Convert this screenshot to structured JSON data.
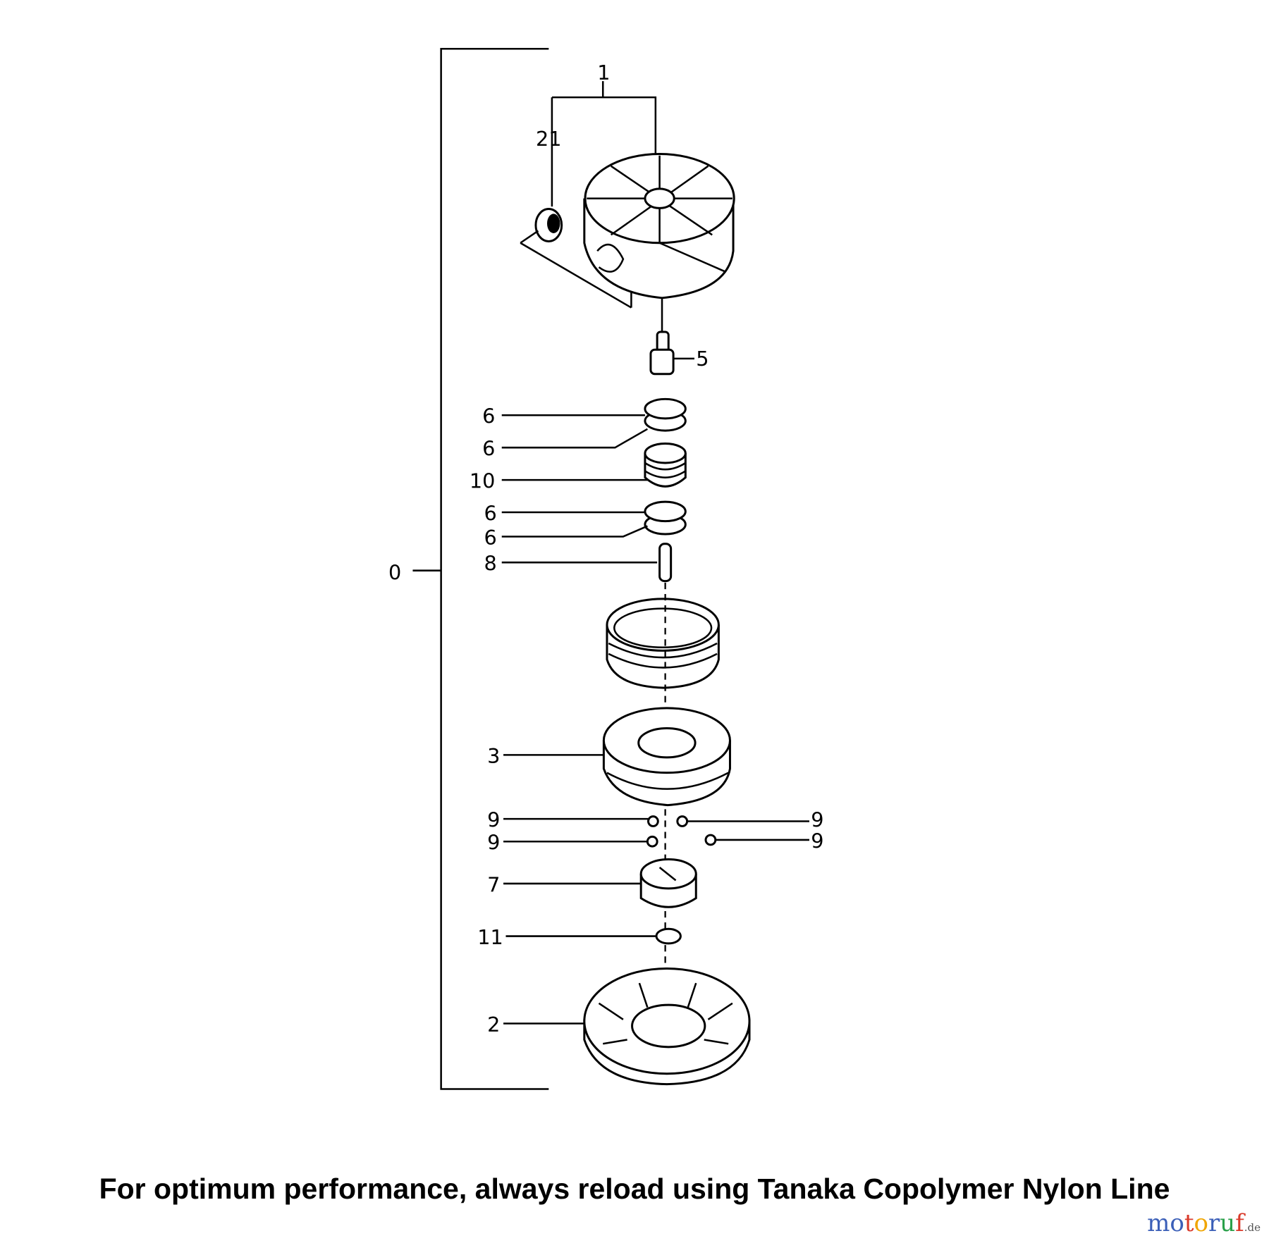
{
  "diagram": {
    "labels": {
      "assembly": "0",
      "cover": "1",
      "eyelet": "21",
      "bolt": "5",
      "washer_a": "6",
      "washer_b": "6",
      "spring": "10",
      "washer_c": "6",
      "washer_d": "6",
      "pin": "8",
      "spool": "3",
      "ball_a": "9",
      "ball_b": "9",
      "ball_c": "9",
      "ball_d": "9",
      "cam": "7",
      "washer_e": "11",
      "base": "2"
    }
  },
  "caption": "For optimum performance, always reload using Tanaka Copolymer Nylon Line",
  "watermark": {
    "text": "motoruf",
    "suffix": ".de",
    "colors": [
      "#3b5fb8",
      "#3b5fb8",
      "#d93a2b",
      "#f0a500",
      "#3b5fb8",
      "#2aa04a",
      "#d93a2b"
    ]
  }
}
